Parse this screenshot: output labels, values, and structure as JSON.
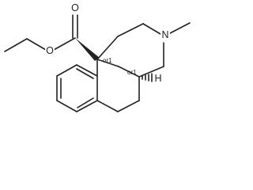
{
  "molecule": {
    "atoms": {
      "carbonyl_oxygen": "O",
      "ester_oxygen": "O",
      "ring_nitrogen": "N",
      "ring_fusion_hydrogen": "H"
    },
    "stereo_labels": {
      "quaternary_center": "or1",
      "ring_fusion_center": "or1"
    },
    "colors": {
      "bond": "#222222",
      "background": "#ffffff"
    }
  }
}
